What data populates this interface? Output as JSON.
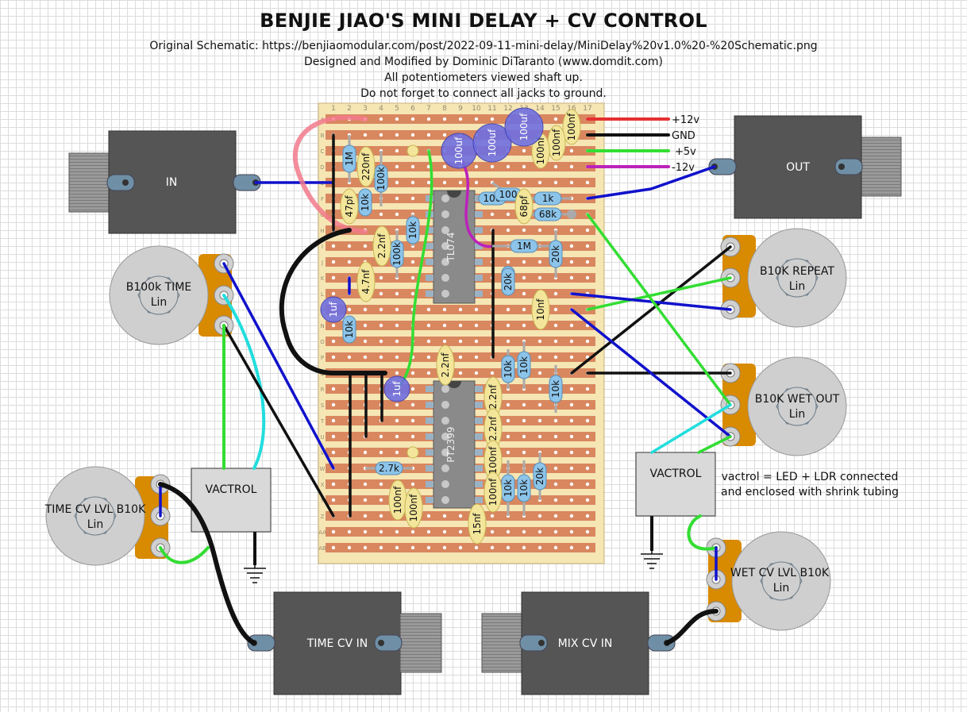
{
  "header": {
    "title": "BENJIE JIAO'S MINI DELAY + CV CONTROL",
    "lines": [
      "Original Schematic: https://benjiaomodular.com/post/2022-09-11-mini-delay/MiniDelay%20v1.0%20-%20Schematic.png",
      "Designed and Modified by Dominic DiTaranto (www.domdit.com)",
      "All potentiometers viewed shaft up.",
      "Do not forget to connect all jacks to ground."
    ]
  },
  "board": {
    "column_labels": [
      "1",
      "2",
      "3",
      "4",
      "5",
      "6",
      "7",
      "8",
      "9",
      "10",
      "11",
      "12",
      "13",
      "14",
      "15",
      "16",
      "17"
    ],
    "row_labels": [
      "A",
      "B",
      "C",
      "D",
      "E",
      "F",
      "G",
      "H",
      "I",
      "J",
      "K",
      "L",
      "M",
      "N",
      "O",
      "P",
      "Q",
      "R",
      "S",
      "T",
      "U",
      "V",
      "W",
      "X",
      "Y",
      "Z",
      "AA",
      "AB"
    ]
  },
  "power": [
    {
      "label": "+12v",
      "color": "#e53030"
    },
    {
      "label": "GND",
      "color": "#111111"
    },
    {
      "label": "+5v",
      "color": "#33dd33"
    },
    {
      "label": "-12v",
      "color": "#bb22bb"
    }
  ],
  "jacks": {
    "in": "IN",
    "out": "OUT",
    "time_cv_in": "TIME CV IN",
    "mix_cv_in": "MIX CV IN"
  },
  "pots": {
    "time": {
      "name": "B100k TIME",
      "taper": "Lin"
    },
    "repeat": {
      "name": "B10K REPEAT",
      "taper": "Lin"
    },
    "wet_out": {
      "name": "B10K WET OUT",
      "taper": "Lin"
    },
    "time_cv_lvl": {
      "name": "TIME CV LVL B10K",
      "taper": "Lin"
    },
    "wet_cv_lvl": {
      "name": "WET CV LVL B10K",
      "taper": "Lin"
    }
  },
  "vactrols": {
    "left": "VACTROL",
    "right": "VACTROL",
    "note": [
      "vactrol = LED + LDR connected",
      "and enclosed with shrink tubing"
    ]
  },
  "ics": {
    "u1": "TL074",
    "u2": "PT2399"
  },
  "resistors": [
    "1M",
    "100k",
    "10k",
    "10k",
    "100k",
    "10k",
    "10k",
    "1k",
    "68k",
    "100",
    "100",
    "1M",
    "20k",
    "10k",
    "10k",
    "10k",
    "10k",
    "20k",
    "10k",
    "20k",
    "2.7k"
  ],
  "film_caps": [
    "220nf",
    "47pf",
    "2.2nf",
    "4.7nf",
    "68pf",
    "100nf",
    "100nf",
    "100nf",
    "10nf",
    "2.2nf",
    "2.2nf",
    "2.2nf",
    "100nf",
    "100nf",
    "100nf",
    "100nf",
    "15nf"
  ],
  "electrolytic_caps": [
    "100uf",
    "100uf",
    "100uf",
    "1uf",
    "1uf"
  ]
}
